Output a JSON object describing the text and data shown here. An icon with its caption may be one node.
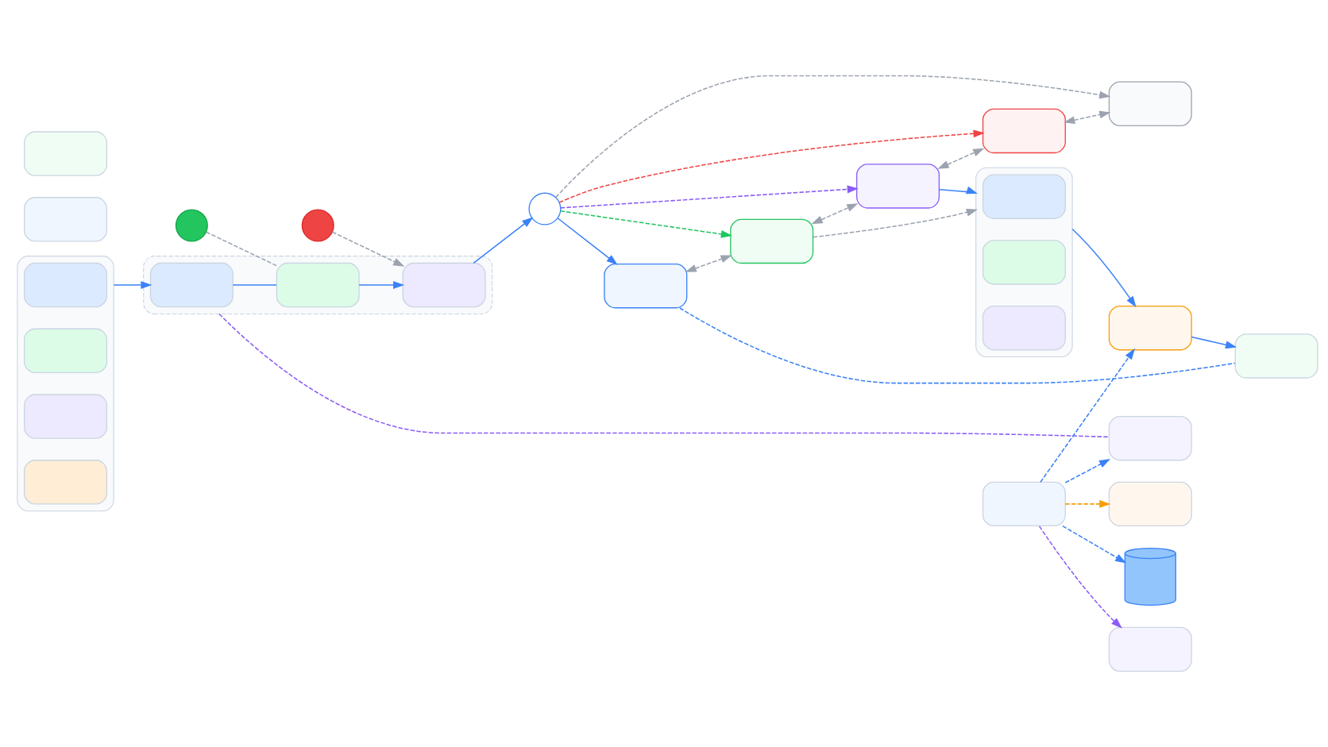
{
  "diagram": {
    "nodes": [
      {
        "text": [],
        "shape": "box"
      },
      {
        "text": [],
        "shape": "box",
        "in": 0
      },
      {
        "text": [],
        "shape": "box",
        "in": 0
      },
      {
        "text": [],
        "shape": "box",
        "in": 0
      },
      {
        "text": [],
        "shape": "box",
        "in": 0
      },
      {
        "text": [],
        "shape": "box"
      },
      {
        "text": [],
        "shape": "box"
      },
      {
        "text": [],
        "shape": "box",
        "in": 6
      },
      {
        "text": [],
        "shape": "box",
        "in": 6
      },
      {
        "text": [],
        "shape": "box",
        "in": 6
      },
      {
        "text": [],
        "shape": "circle"
      },
      {
        "text": [],
        "shape": "circle"
      },
      {
        "text": [],
        "shape": "circle"
      },
      {
        "text": [],
        "shape": "box"
      },
      {
        "text": [],
        "shape": "box"
      },
      {
        "text": [],
        "shape": "box"
      },
      {
        "text": [],
        "shape": "box"
      },
      {
        "text": [],
        "shape": "box"
      },
      {
        "text": [],
        "shape": "box"
      },
      {
        "text": [],
        "shape": "box",
        "in": 18
      },
      {
        "text": [],
        "shape": "box",
        "in": 18
      },
      {
        "text": [],
        "shape": "box",
        "in": 18
      },
      {
        "text": [],
        "shape": "box"
      },
      {
        "text": [],
        "shape": "box"
      },
      {
        "text": [],
        "shape": "box"
      },
      {
        "text": [],
        "shape": "box"
      },
      {
        "text": [],
        "shape": "box"
      },
      {
        "text": [],
        "shape": "box"
      },
      {
        "text": [],
        "shape": "box"
      },
      {
        "text": [],
        "shape": "cylinder"
      }
    ],
    "edges": [
      {
        "from": 0,
        "to": 7,
        "arrow": "to"
      },
      {
        "from": 7,
        "to": 8,
        "arrow": "none"
      },
      {
        "from": 8,
        "to": 9,
        "arrow": "to"
      },
      {
        "from": 9,
        "to": 12,
        "arrow": "to"
      },
      {
        "from": 10,
        "to": 8,
        "arrow": "none",
        "style": "dashed",
        "color": "#9ca3af"
      },
      {
        "from": 11,
        "to": 9,
        "arrow": "to",
        "style": "dashed",
        "color": "#9ca3af"
      },
      {
        "from": 12,
        "to": 13,
        "arrow": "to"
      },
      {
        "from": 12,
        "to": 14,
        "arrow": "to",
        "style": "dashed",
        "color": "#22c55e"
      },
      {
        "from": 12,
        "to": 15,
        "arrow": "to",
        "style": "dashed",
        "color": "#8b5cf6"
      },
      {
        "from": 12,
        "to": 16,
        "arrow": "to",
        "style": "dashed",
        "color": "#ef4444"
      },
      {
        "from": 12,
        "to": 17,
        "arrow": "to",
        "style": "dashed",
        "color": "#9ca3af"
      },
      {
        "from": 13,
        "to": 14,
        "arrow": "both",
        "style": "dashed",
        "color": "#9ca3af"
      },
      {
        "from": 14,
        "to": 15,
        "arrow": "both",
        "style": "dashed",
        "color": "#9ca3af"
      },
      {
        "from": 15,
        "to": 16,
        "arrow": "both",
        "style": "dashed",
        "color": "#9ca3af"
      },
      {
        "from": 16,
        "to": 17,
        "arrow": "both",
        "style": "dashed",
        "color": "#9ca3af"
      },
      {
        "from": 14,
        "to": 18,
        "arrow": "to",
        "style": "dashed",
        "color": "#9ca3af"
      },
      {
        "from": 15,
        "to": 18,
        "arrow": "to"
      },
      {
        "from": 18,
        "to": 22,
        "arrow": "to"
      },
      {
        "from": 22,
        "to": 23,
        "arrow": "to"
      },
      {
        "from": 13,
        "to": 23,
        "arrow": "none",
        "style": "dashed"
      },
      {
        "from": 6,
        "to": 24,
        "arrow": "none",
        "style": "dashed",
        "color": "#8b5cf6"
      },
      {
        "from": 25,
        "to": 24,
        "arrow": "to",
        "style": "dashed"
      },
      {
        "from": 25,
        "to": 27,
        "arrow": "to",
        "style": "dashed",
        "color": "#8b5cf6"
      },
      {
        "from": 25,
        "to": 28,
        "arrow": "to",
        "style": "dashed",
        "color": "#f59e0b"
      },
      {
        "from": 25,
        "to": 22,
        "arrow": "to",
        "style": "dashed"
      },
      {
        "from": 25,
        "to": 29,
        "arrow": "to",
        "style": "dashed"
      }
    ]
  }
}
